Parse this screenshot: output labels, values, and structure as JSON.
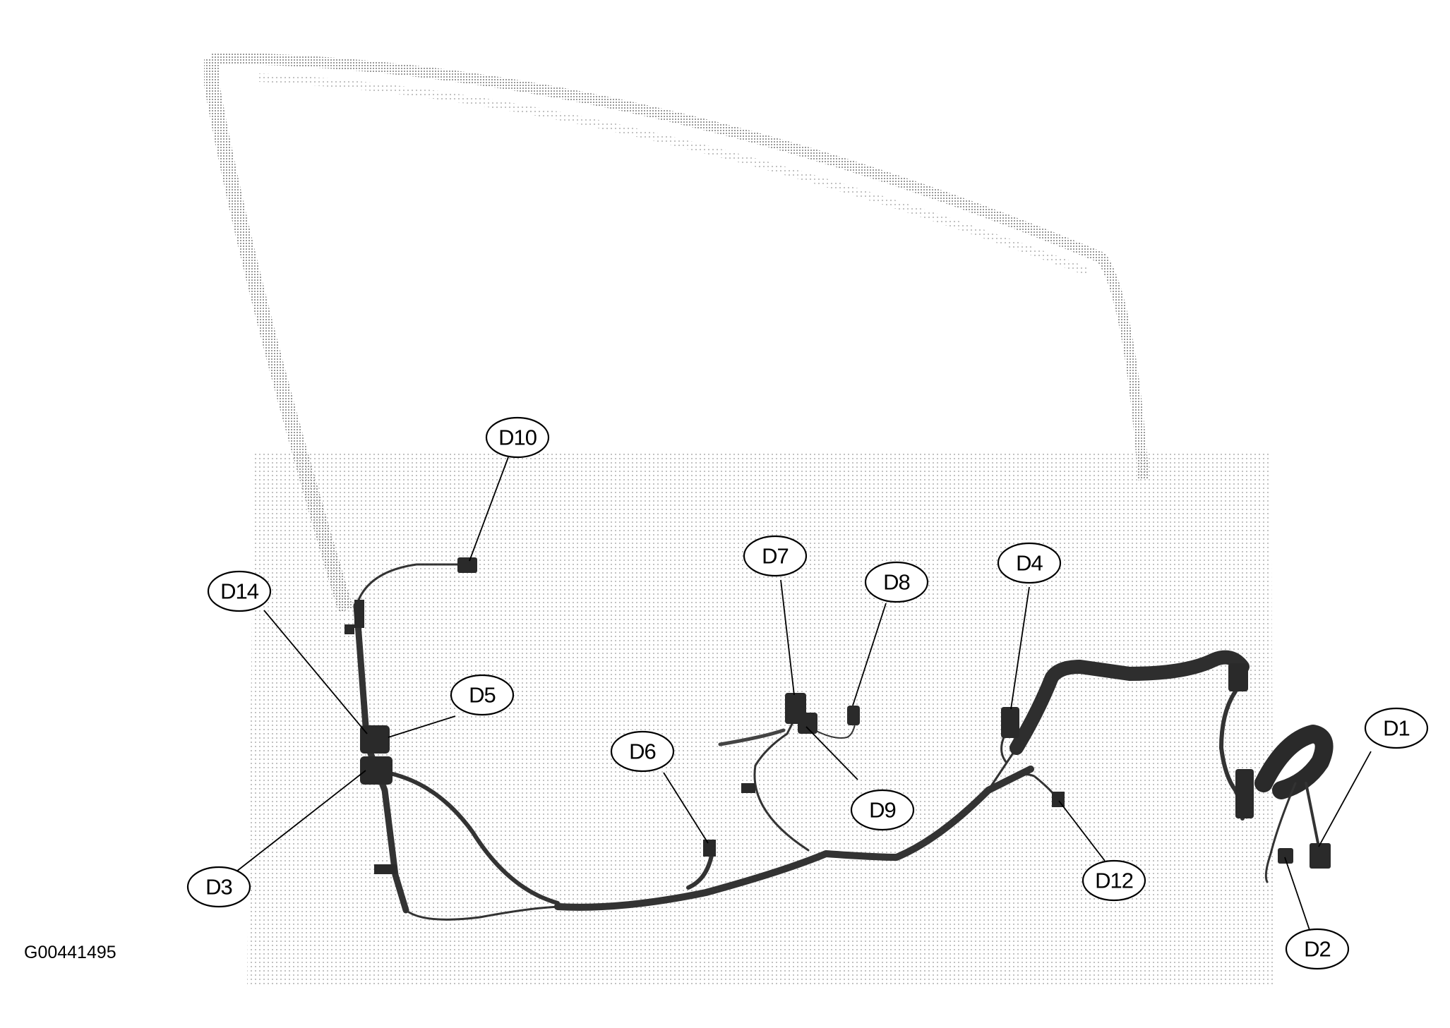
{
  "figure_id": "G00441495",
  "callouts": {
    "d1": "D1",
    "d2": "D2",
    "d3": "D3",
    "d4": "D4",
    "d5": "D5",
    "d6": "D6",
    "d7": "D7",
    "d8": "D8",
    "d9": "D9",
    "d10": "D10",
    "d12": "D12",
    "d14": "D14"
  },
  "colors": {
    "harness": "#3a3a3a",
    "connector": "#2a2a2a",
    "door_panel_dots": "#b8b8b8",
    "window_frame": "#a0a0a0"
  }
}
